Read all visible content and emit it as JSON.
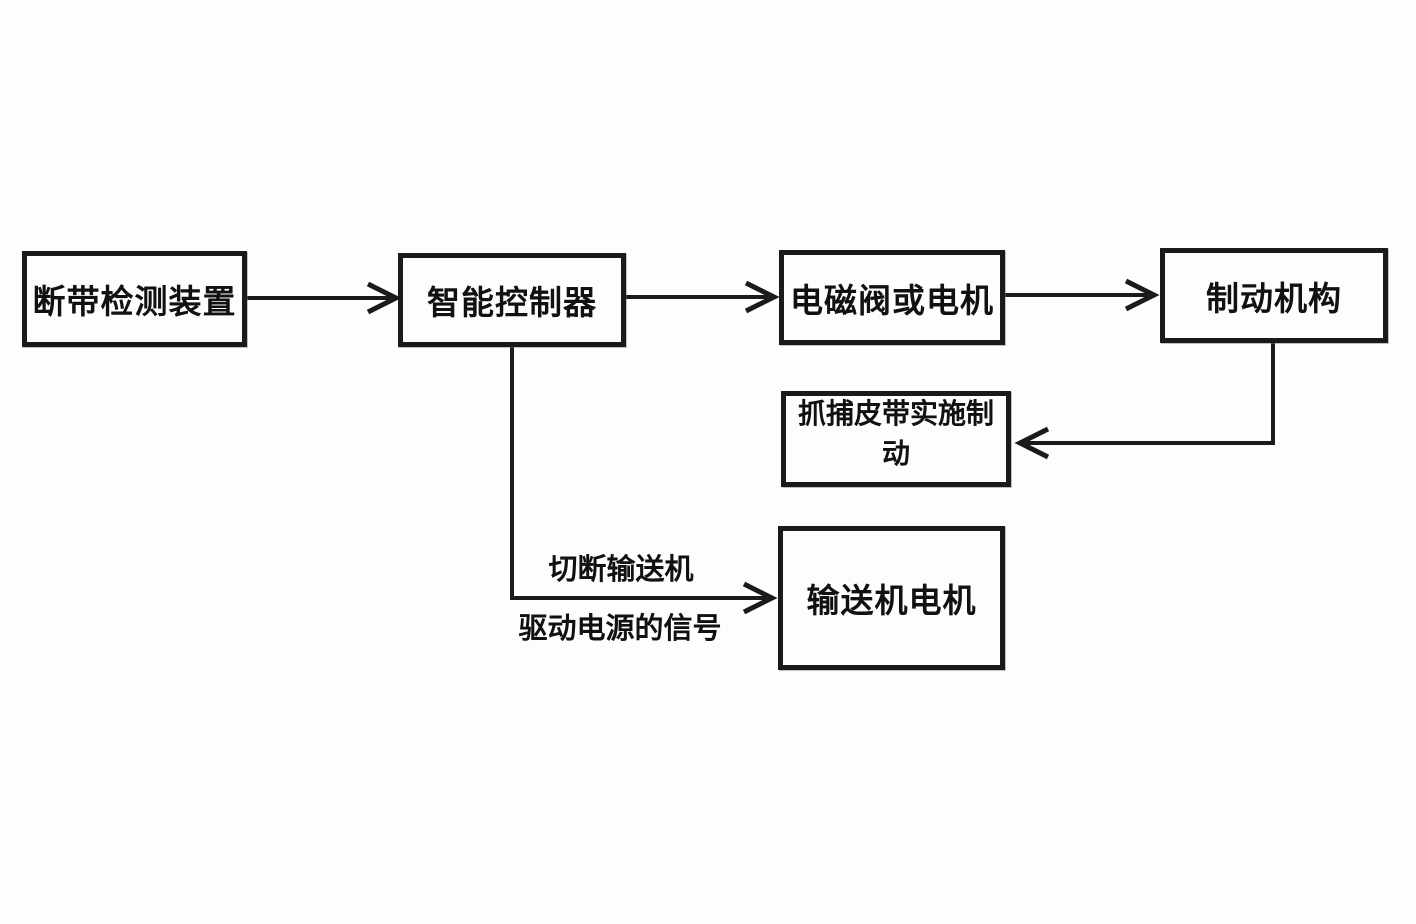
{
  "diagram": {
    "type": "flowchart",
    "background_color": "#fdfdfd",
    "line_color": "#1b1b1b",
    "nodes": [
      {
        "id": "belt-break-detection-device",
        "label": "断带检测装置"
      },
      {
        "id": "intelligent-controller",
        "label": "智能控制器"
      },
      {
        "id": "solenoid-valve-or-motor",
        "label": "电磁阀或电机"
      },
      {
        "id": "braking-mechanism",
        "label": "制动机构"
      },
      {
        "id": "catch-belt-apply-brake",
        "label": "抓捕皮带实施制动"
      },
      {
        "id": "conveyor-motor",
        "label": "输送机电机"
      }
    ],
    "edges": [
      {
        "from": "belt-break-detection-device",
        "to": "intelligent-controller"
      },
      {
        "from": "intelligent-controller",
        "to": "solenoid-valve-or-motor"
      },
      {
        "from": "solenoid-valve-or-motor",
        "to": "braking-mechanism"
      },
      {
        "from": "braking-mechanism",
        "to": "catch-belt-apply-brake"
      },
      {
        "from": "intelligent-controller",
        "to": "conveyor-motor",
        "label_lines": [
          "切断输送机",
          "驱动电源的信号"
        ]
      }
    ]
  }
}
